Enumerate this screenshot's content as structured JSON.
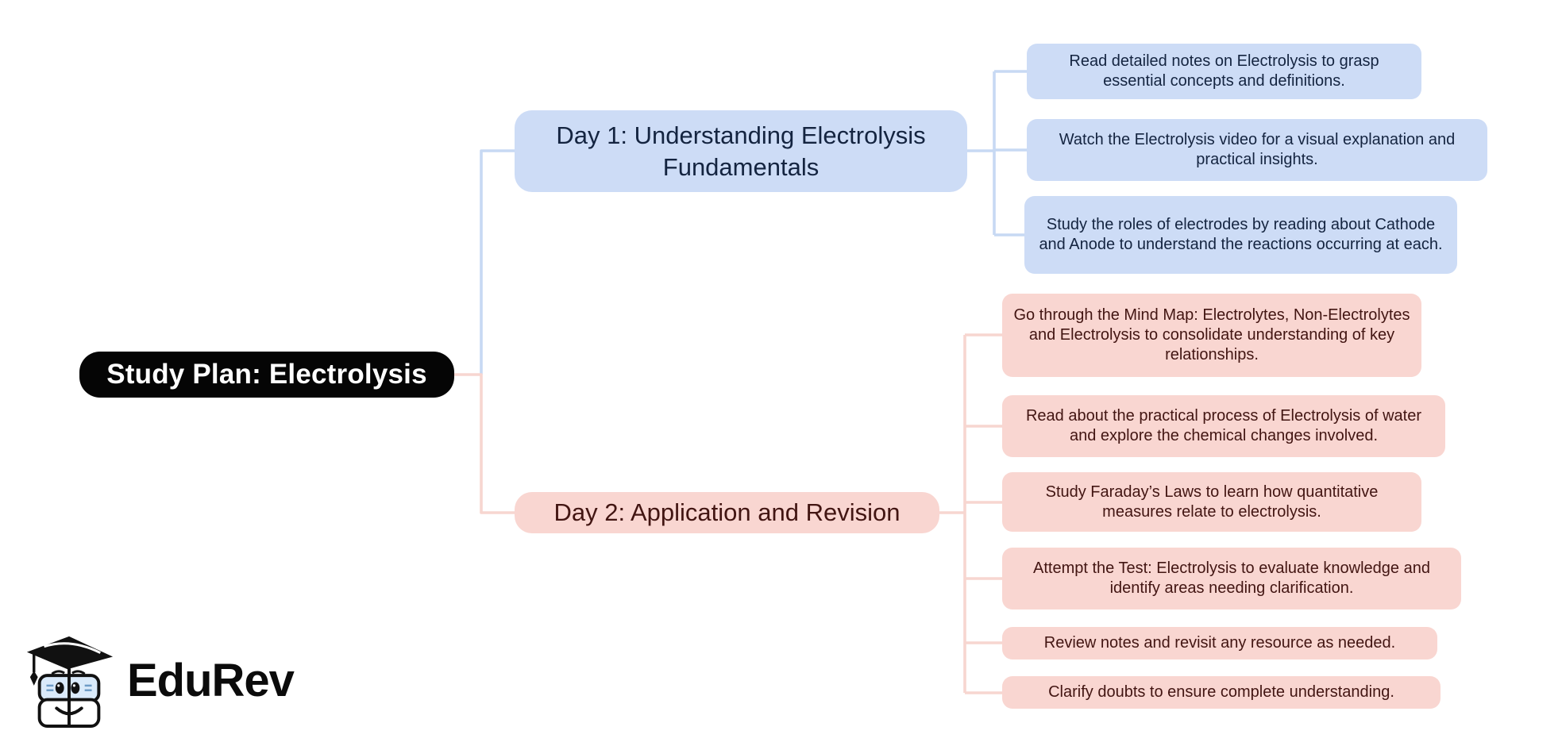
{
  "diagram": {
    "root": {
      "label": "Study Plan: Electrolysis"
    },
    "branches": [
      {
        "label": "Day 1: Understanding Electrolysis Fundamentals",
        "theme": {
          "node_bg": "#cddcf6",
          "text_color": "#142440",
          "line_color": "#c7d9f3"
        },
        "items": [
          "Read detailed notes on Electrolysis to grasp essential concepts and definitions.",
          "Watch the Electrolysis video for a visual explanation and practical insights.",
          "Study the roles of electrodes by reading about Cathode and Anode to understand the reactions occurring at each."
        ]
      },
      {
        "label": "Day 2: Application and Revision",
        "theme": {
          "node_bg": "#f9d6d1",
          "text_color": "#421512",
          "line_color": "#f7d6d0"
        },
        "items": [
          "Go through the Mind Map: Electrolytes, Non-Electrolytes and Electrolysis to consolidate understanding of key relationships.",
          "Read about the practical process of Electrolysis of water and explore the chemical changes involved.",
          "Study Faraday’s Laws to learn how quantitative measures relate to electrolysis.",
          "Attempt the Test: Electrolysis to evaluate knowledge and identify areas needing clarification.",
          "Review notes and revisit any resource as needed.",
          "Clarify doubts to ensure complete understanding."
        ]
      }
    ],
    "logo": {
      "brand": "EduRev"
    },
    "palette": {
      "root_bg": "#050505",
      "root_text": "#ffffff",
      "canvas_bg": "#ffffff"
    }
  }
}
